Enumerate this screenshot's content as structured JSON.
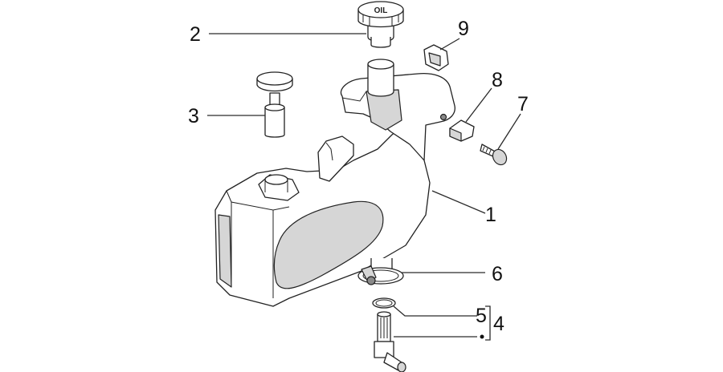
{
  "diagram": {
    "callouts": [
      {
        "id": "1",
        "label": "1"
      },
      {
        "id": "2",
        "label": "2"
      },
      {
        "id": "3",
        "label": "3"
      },
      {
        "id": "4",
        "label": "4"
      },
      {
        "id": "5",
        "label": "5"
      },
      {
        "id": "6",
        "label": "6"
      },
      {
        "id": "7",
        "label": "7"
      },
      {
        "id": "8",
        "label": "8"
      },
      {
        "id": "9",
        "label": "9"
      }
    ],
    "cap_marking": "OIL",
    "colors": {
      "line": "#222222",
      "shade": "#d6d6d6",
      "dark": "#8a8a8a",
      "background": "#ffffff"
    }
  }
}
